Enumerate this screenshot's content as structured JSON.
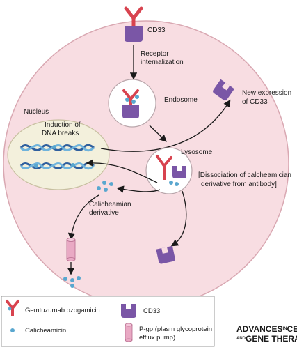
{
  "labels": {
    "cd33_top": "CD33",
    "receptor_internalization_1": "Receptor",
    "receptor_internalization_2": "internalization",
    "endosome": "Endosome",
    "new_expression_1": "New expression",
    "new_expression_2": "of CD33",
    "nucleus": "Nucleus",
    "induction_1": "Induction of",
    "induction_2": "DNA breaks",
    "lysosome": "Lysosome",
    "dissociation_1": "[Dissociation of calcheamician",
    "dissociation_2": "derivative from antibody]",
    "calicheamian_1": "Calicheamian",
    "calicheamian_2": "derivative"
  },
  "legend": {
    "gemtuzumab": "Gemtuzumab ozogamicin",
    "cd33": "CD33",
    "calicheamicin": "Calicheamicin",
    "pgp_1": "P-gp (plasm glycoprotein",
    "pgp_2": "efflux pump)"
  },
  "brand": {
    "line1_a": "ADVANCES",
    "line1_b": "IN",
    "line1_c": "CELL",
    "line2_a": "AND",
    "line2_b": "GENE THERAPY"
  },
  "colors": {
    "cell_fill": "#f8dde2",
    "cell_stroke": "#d9a8b2",
    "antibody": "#d8434f",
    "cd33": "#7a56a6",
    "calicheamicin": "#5aa7cf",
    "pgp": "#e9a9c4",
    "nucleus_fill": "#f3f0dc",
    "dna_dark": "#2f5f9e",
    "dna_light": "#6fb3dc"
  }
}
